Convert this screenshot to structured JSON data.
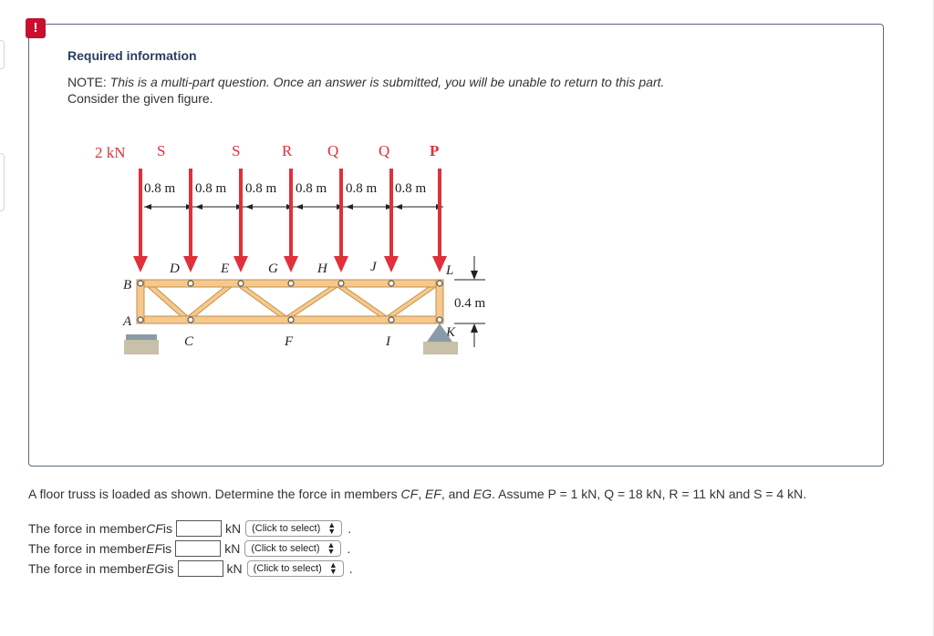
{
  "alert": {
    "glyph": "!"
  },
  "panel": {
    "title": "Required information",
    "note_label": "NOTE:",
    "note_text": "This is a multi-part question. Once an answer is submitted, you will be unable to return to this part.",
    "consider": "Consider the given figure."
  },
  "figure": {
    "loads": [
      "2 kN",
      "S",
      "S",
      "R",
      "Q",
      "Q",
      "P"
    ],
    "spacing_label": "0.8 m",
    "height_label": "0.4 m",
    "top_nodes": [
      "D",
      "E",
      "G",
      "H",
      "J",
      "L"
    ],
    "bottom_nodes": [
      "C",
      "F",
      "I",
      "K"
    ],
    "left_nodes": [
      "B",
      "A"
    ],
    "colors": {
      "load": "#e0303a",
      "member": "#f4c98e",
      "support": "#8a9aa8"
    }
  },
  "question": {
    "prefix": "A floor truss is loaded as shown. Determine the force in members ",
    "m1": "CF",
    "sep1": ", ",
    "m2": "EF",
    "sep2": ", and ",
    "m3": "EG",
    "suffix": ". Assume P = 1 kN, Q = 18 kN, R = 11 kN and S = 4 kN."
  },
  "answers": [
    {
      "label": "The force in member ",
      "member": "CF",
      "is": " is",
      "value": "",
      "unit": "kN",
      "select": "(Click to select)"
    },
    {
      "label": "The force in member ",
      "member": "EF",
      "is": " is",
      "value": "",
      "unit": "kN",
      "select": "(Click to select)"
    },
    {
      "label": "The force in member ",
      "member": "EG",
      "is": " is",
      "value": "",
      "unit": "kN",
      "select": "(Click to select)"
    }
  ]
}
